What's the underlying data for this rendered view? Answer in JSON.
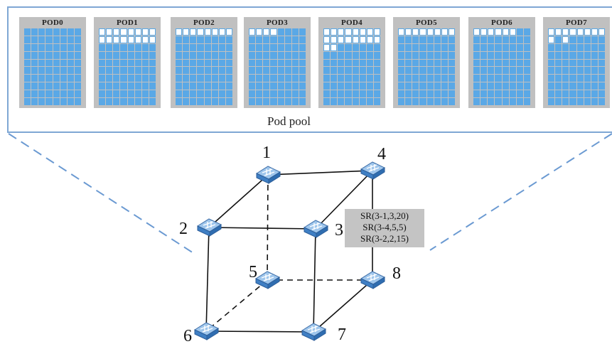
{
  "pod_pool": {
    "label": "Pod pool",
    "pods": [
      {
        "name": "POD0",
        "empty_cells": []
      },
      {
        "name": "POD1",
        "empty_cells": [
          0,
          1,
          2,
          3,
          4,
          5,
          6,
          7,
          8,
          9,
          10,
          11,
          12,
          13,
          14,
          15
        ]
      },
      {
        "name": "POD2",
        "empty_cells": [
          0,
          1,
          2,
          3,
          4,
          5,
          6,
          7
        ]
      },
      {
        "name": "POD3",
        "empty_cells": [
          0,
          1,
          2,
          3
        ]
      },
      {
        "name": "POD4",
        "empty_cells": [
          0,
          1,
          2,
          3,
          4,
          5,
          6,
          7,
          8,
          9,
          10,
          11,
          12,
          13,
          14,
          15,
          16,
          17
        ]
      },
      {
        "name": "POD5",
        "empty_cells": [
          0,
          1,
          2,
          3,
          4,
          5,
          6,
          7
        ]
      },
      {
        "name": "POD6",
        "empty_cells": [
          0,
          1,
          2,
          3,
          4,
          5
        ]
      },
      {
        "name": "POD7",
        "empty_cells": [
          0,
          1,
          2,
          3,
          4,
          5,
          6,
          7,
          8,
          10
        ]
      }
    ]
  },
  "nodes": [
    {
      "id": "1",
      "label": "1"
    },
    {
      "id": "2",
      "label": "2"
    },
    {
      "id": "3",
      "label": "3"
    },
    {
      "id": "4",
      "label": "4"
    },
    {
      "id": "5",
      "label": "5"
    },
    {
      "id": "6",
      "label": "6"
    },
    {
      "id": "7",
      "label": "7"
    },
    {
      "id": "8",
      "label": "8"
    }
  ],
  "edges": [
    {
      "from": "1",
      "to": "4",
      "style": "solid"
    },
    {
      "from": "1",
      "to": "2",
      "style": "solid"
    },
    {
      "from": "2",
      "to": "3",
      "style": "solid"
    },
    {
      "from": "3",
      "to": "4",
      "style": "solid"
    },
    {
      "from": "4",
      "to": "8",
      "style": "solid"
    },
    {
      "from": "2",
      "to": "6",
      "style": "solid"
    },
    {
      "from": "3",
      "to": "7",
      "style": "solid"
    },
    {
      "from": "6",
      "to": "7",
      "style": "solid"
    },
    {
      "from": "7",
      "to": "8",
      "style": "solid"
    },
    {
      "from": "1",
      "to": "5",
      "style": "dashed"
    },
    {
      "from": "5",
      "to": "6",
      "style": "dashed"
    },
    {
      "from": "5",
      "to": "8",
      "style": "dashed"
    }
  ],
  "sr_box": {
    "lines": [
      "SR(3-1,3,20)",
      "SR(3-4,5,5)",
      "SR(3-2,2,15)"
    ]
  }
}
